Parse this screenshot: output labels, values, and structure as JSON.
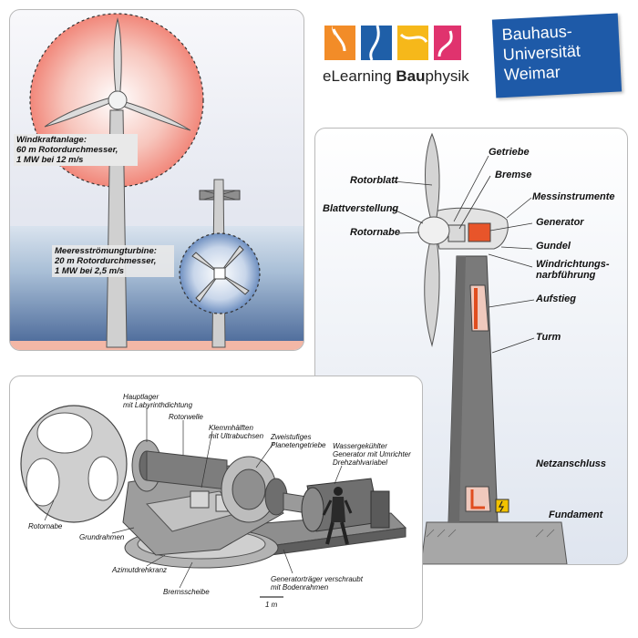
{
  "logo": {
    "elearning_prefix": "eLearning ",
    "elearning_bold": "Bau",
    "elearning_suffix": "physik",
    "tile_colors": [
      "#f28c28",
      "#1f5fa8",
      "#f6b81a",
      "#e0336e"
    ]
  },
  "university": {
    "line1": "Bauhaus-",
    "line2": "Universität",
    "line3": "Weimar",
    "color": "#1e5aa8"
  },
  "comparison_panel": {
    "wind_turbine_label": [
      "Windkraftanlage:",
      "60 m Rotordurchmesser,",
      "1 MW bei 12 m/s"
    ],
    "marine_turbine_label": [
      "Meeresströmungturbine:",
      "20 m Rotordurchmesser,",
      "1 MW bei 2,5 m/s"
    ]
  },
  "tower_panel": {
    "labels": {
      "getriebe": "Getriebe",
      "rotorblatt": "Rotorblatt",
      "bremse": "Bremse",
      "messinstrumente": "Messinstrumente",
      "blattverstellung": "Blattverstellung",
      "generator": "Generator",
      "rotornabe": "Rotornabe",
      "gundel": "Gundel",
      "windrichtung_1": "Windrichtungs-",
      "windrichtung_2": "narbführung",
      "aufstieg": "Aufstieg",
      "turm": "Turm",
      "netzanschluss": "Netzanschluss",
      "fundament": "Fundament"
    }
  },
  "nacelle_panel": {
    "labels": {
      "hauptlager_1": "Hauptlager",
      "hauptlager_2": "mit Labyrinthdichtung",
      "rotorwelle": "Rotorwelle",
      "klemm_1": "Klemmhälften",
      "klemm_2": "mit Ultrabuchsen",
      "zweistufiges_1": "Zweistufiges",
      "zweistufiges_2": "Planetengetriebe",
      "wasser_1": "Wassergekühlter",
      "wasser_2": "Generator mit Umrichter",
      "wasser_3": "Drehzahlvariabel",
      "rotornabe": "Rotornabe",
      "grundrahmen": "Grundrahmen",
      "azimut": "Azimutdrehkranz",
      "bremsscheibe": "Bremsscheibe",
      "traeger_1": "Generatorträger verschraubt",
      "traeger_2": "mit Bodenrahmen",
      "scale": "1 m"
    }
  }
}
